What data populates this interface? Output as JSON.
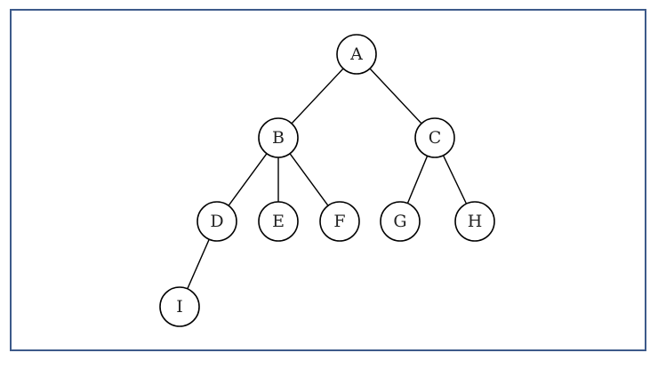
{
  "colors": {
    "frame_border": "#3d5a8a",
    "node_stroke": "#000000",
    "edge_stroke": "#000000",
    "background": "#ffffff"
  },
  "tree": {
    "nodes": [
      {
        "id": "A",
        "label": "A"
      },
      {
        "id": "B",
        "label": "B"
      },
      {
        "id": "C",
        "label": "C"
      },
      {
        "id": "D",
        "label": "D"
      },
      {
        "id": "E",
        "label": "E"
      },
      {
        "id": "F",
        "label": "F"
      },
      {
        "id": "G",
        "label": "G"
      },
      {
        "id": "H",
        "label": "H"
      },
      {
        "id": "I",
        "label": "I"
      }
    ],
    "edges": [
      {
        "from": "A",
        "to": "B"
      },
      {
        "from": "A",
        "to": "C"
      },
      {
        "from": "B",
        "to": "D"
      },
      {
        "from": "B",
        "to": "E"
      },
      {
        "from": "B",
        "to": "F"
      },
      {
        "from": "C",
        "to": "G"
      },
      {
        "from": "C",
        "to": "H"
      },
      {
        "from": "D",
        "to": "I"
      }
    ]
  }
}
